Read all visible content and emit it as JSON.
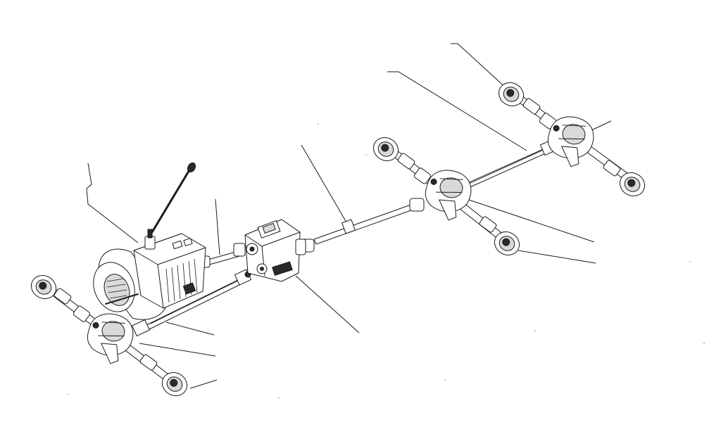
{
  "figure": {
    "kind": "exploded drivetrain line drawing",
    "text_labels": []
  },
  "components": [
    {
      "id": "gearbox",
      "icon": "gearbox-icon"
    },
    {
      "id": "gear-lever",
      "icon": "lever-icon"
    },
    {
      "id": "transfer-case",
      "icon": "transfer-case-icon"
    },
    {
      "id": "front-axle",
      "icon": "axle-icon"
    },
    {
      "id": "middle-axle",
      "icon": "axle-icon"
    },
    {
      "id": "rear-axle",
      "icon": "axle-icon"
    },
    {
      "id": "propeller-shaft-gearbox-transfer",
      "icon": "shaft-icon"
    },
    {
      "id": "propeller-shaft-front",
      "icon": "shaft-icon"
    },
    {
      "id": "propeller-shaft-middle",
      "icon": "shaft-icon"
    },
    {
      "id": "propeller-shaft-rear",
      "icon": "shaft-icon"
    }
  ],
  "leader_lines": 11,
  "colors": {
    "ink": "#1b1b1b",
    "paper": "#ffffff"
  }
}
